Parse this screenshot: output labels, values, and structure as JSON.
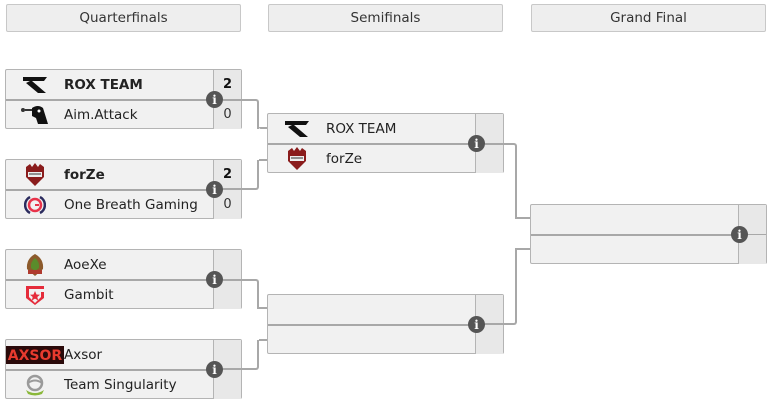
{
  "rounds": [
    {
      "title": "Quarterfinals"
    },
    {
      "title": "Semifinals"
    },
    {
      "title": "Grand Final"
    }
  ],
  "quarterfinals": [
    {
      "team1": {
        "name": "ROX TEAM",
        "score": "2",
        "logo": "rox-team-logo",
        "winner": true
      },
      "team2": {
        "name": "Aim.Attack",
        "score": "0",
        "logo": "aim-attack-logo",
        "winner": false
      }
    },
    {
      "team1": {
        "name": "forZe",
        "score": "2",
        "logo": "forze-logo",
        "winner": true
      },
      "team2": {
        "name": "One Breath Gaming",
        "score": "0",
        "logo": "one-breath-gaming-logo",
        "winner": false
      }
    },
    {
      "team1": {
        "name": "AoeXe",
        "score": "",
        "logo": "aoexe-logo",
        "winner": false
      },
      "team2": {
        "name": "Gambit",
        "score": "",
        "logo": "gambit-logo",
        "winner": false
      }
    },
    {
      "team1": {
        "name": "Axsor",
        "score": "",
        "logo": "axsor-logo",
        "winner": false
      },
      "team2": {
        "name": "Team Singularity",
        "score": "",
        "logo": "team-singularity-logo",
        "winner": false
      }
    }
  ],
  "semifinals": [
    {
      "team1": {
        "name": "ROX TEAM",
        "score": "",
        "logo": "rox-team-logo"
      },
      "team2": {
        "name": "forZe",
        "score": "",
        "logo": "forze-logo"
      }
    },
    {
      "team1": {
        "name": "",
        "score": "",
        "logo": ""
      },
      "team2": {
        "name": "",
        "score": "",
        "logo": ""
      }
    }
  ],
  "final": {
    "team1": {
      "name": "",
      "score": ""
    },
    "team2": {
      "name": "",
      "score": ""
    }
  },
  "info_icon_glyph": "i",
  "colors": {
    "info_icon": "#555555",
    "match_bg": "#f1f1f1",
    "connector": "#a8a8a8"
  }
}
